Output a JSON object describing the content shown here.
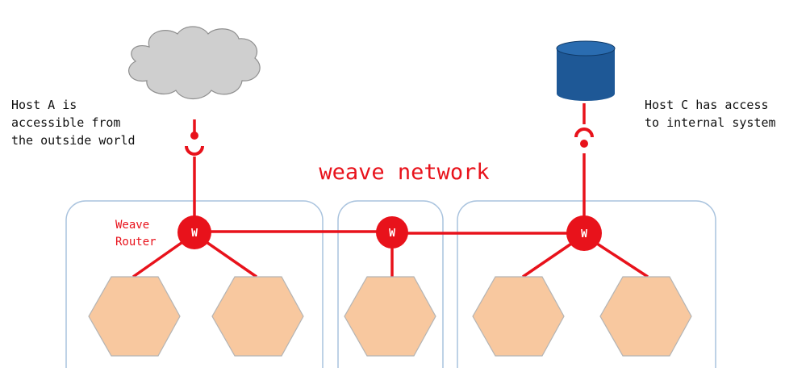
{
  "title": "weave network",
  "host_a_caption": [
    "Host A is",
    "accessible from",
    "the outside world"
  ],
  "host_c_caption": [
    "Host C has access",
    "to internal system"
  ],
  "router_label": [
    "Weave",
    "Router"
  ],
  "router_badge": "W",
  "hosts": [
    {
      "id": "host-a",
      "containers": 2
    },
    {
      "id": "host-b",
      "containers": 1
    },
    {
      "id": "host-c",
      "containers": 2
    }
  ],
  "icons": {
    "external": "cloud-icon",
    "internal": "database-icon"
  },
  "colors": {
    "network": "#e8121b",
    "host_border": "#a9c3de",
    "container_fill": "#f8c89f",
    "container_stroke": "#b4b4b4",
    "cloud_fill": "#cfcfcf",
    "database_fill": "#1e5896",
    "caption_text": "#111111"
  }
}
